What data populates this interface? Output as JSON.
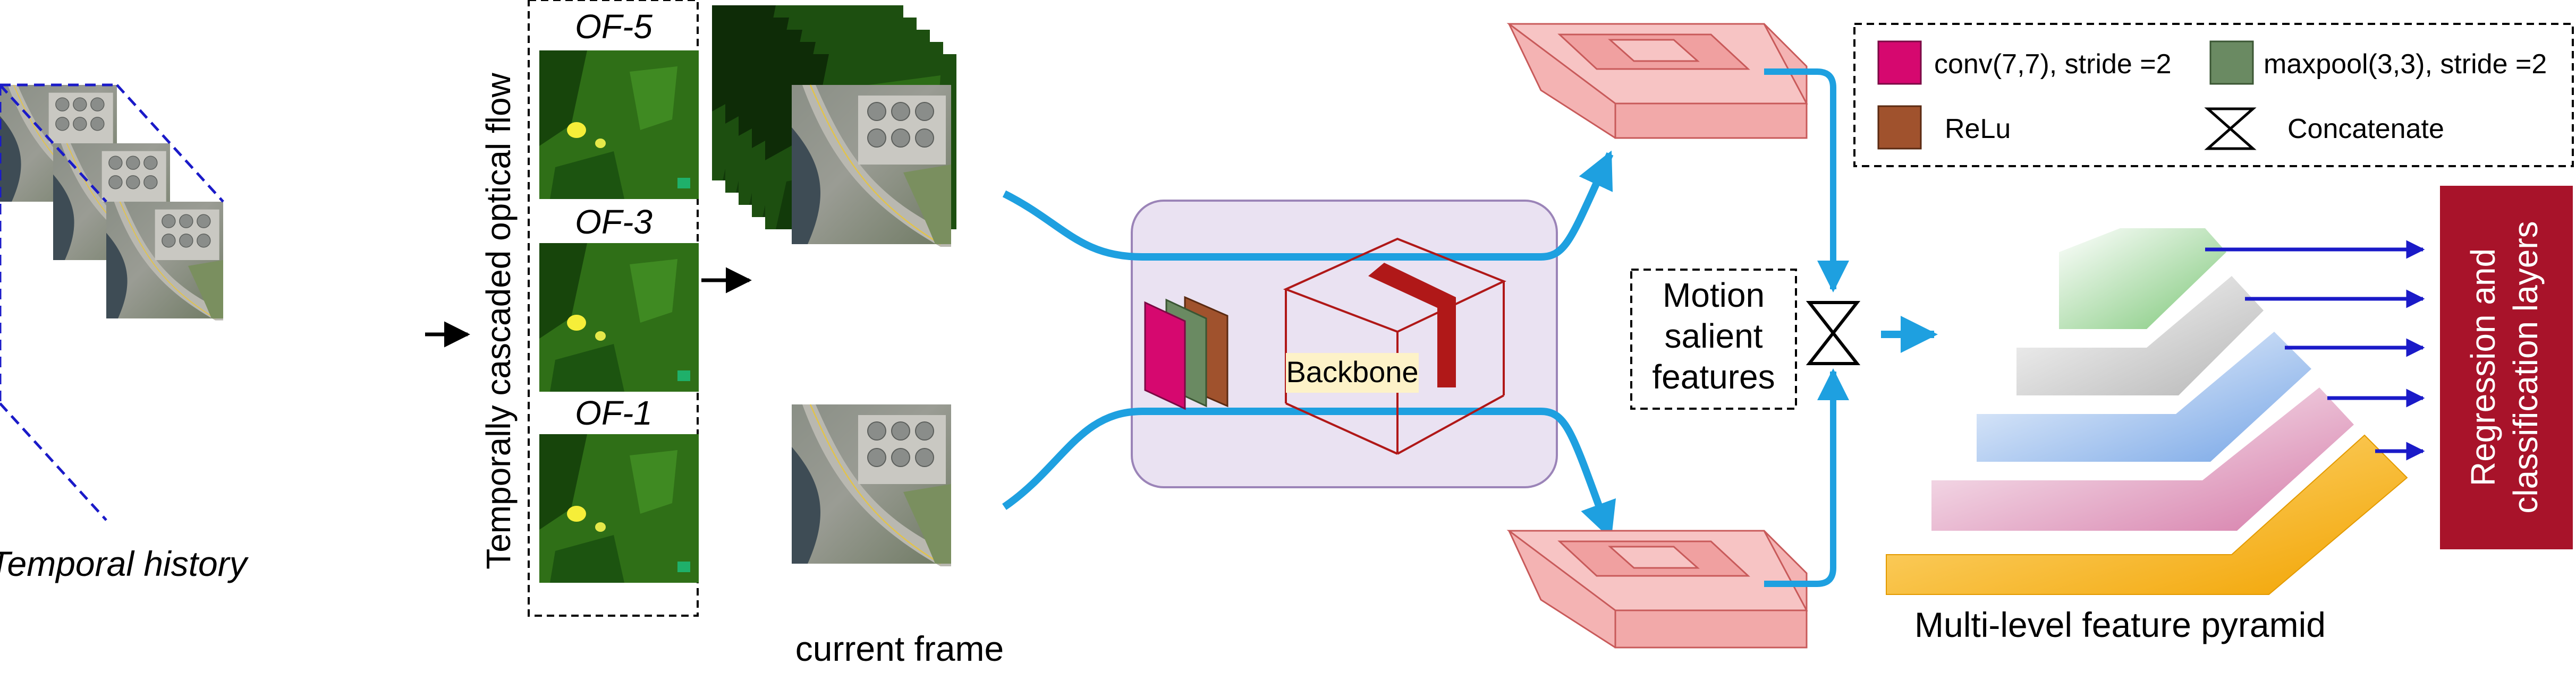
{
  "labels": {
    "temporal_history": "Temporal history",
    "cascaded_flow": "Temporally cascaded optical flow",
    "of5": "OF-5",
    "of3": "OF-3",
    "of1": "OF-1",
    "current_frame": "current frame",
    "backbone": "Backbone",
    "motion_line1": "Motion",
    "motion_line2": "salient",
    "motion_line3": "features",
    "pyramid": "Multi-level feature pyramid",
    "regression_line1": "Regression and",
    "regression_line2": "classification layers"
  },
  "legend": {
    "conv": "conv(7,7), stride =2",
    "maxpool": "maxpool(3,3), stride =2",
    "relu": "ReLu",
    "concat": "Concatenate"
  },
  "colors": {
    "conv": "#d6086f",
    "maxpool": "#6a8a62",
    "relu": "#a0522d",
    "cyan_arrow": "#1ea0e0",
    "backbone_box": "#eae2f2",
    "backbone_cube": "#b01818",
    "feature_block": "#f4b3b3",
    "regression_box": "#a8132a",
    "pyramid_green": "#8fd38a",
    "pyramid_gray": "#c8c8c8",
    "pyramid_blue": "#8fb6ea",
    "pyramid_pink": "#dc8fb4",
    "pyramid_orange": "#f6ac08",
    "flow_green": "#2f6f17",
    "dark_arrow": "#1a1ac8"
  }
}
